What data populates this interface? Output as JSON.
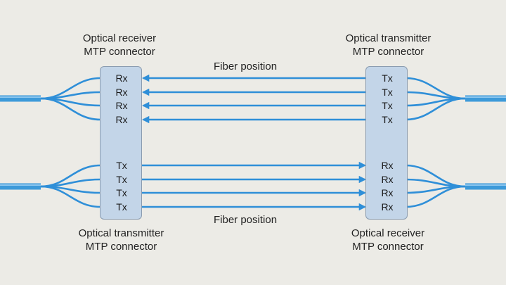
{
  "labels": {
    "top_left": [
      "Optical receiver",
      "MTP connector"
    ],
    "top_right": [
      "Optical transmitter",
      "MTP connector"
    ],
    "bottom_left": [
      "Optical transmitter",
      "MTP connector"
    ],
    "bottom_right": [
      "Optical receiver",
      "MTP connector"
    ],
    "fiber_top": "Fiber position",
    "fiber_bottom": "Fiber position"
  },
  "connectors": {
    "left": {
      "upper": [
        "Rx",
        "Rx",
        "Rx",
        "Rx"
      ],
      "lower": [
        "Tx",
        "Tx",
        "Tx",
        "Tx"
      ]
    },
    "right": {
      "upper": [
        "Tx",
        "Tx",
        "Tx",
        "Tx"
      ],
      "lower": [
        "Rx",
        "Rx",
        "Rx",
        "Rx"
      ]
    }
  },
  "colors": {
    "background": "#ecebe6",
    "fiber": "#2f8fd8",
    "cable": "#3d9ad9",
    "connector_fill": "#c3d5e8",
    "connector_border": "#8b9cb0"
  },
  "fiber_directions": {
    "upper": "right-to-left",
    "lower": "left-to-right"
  }
}
